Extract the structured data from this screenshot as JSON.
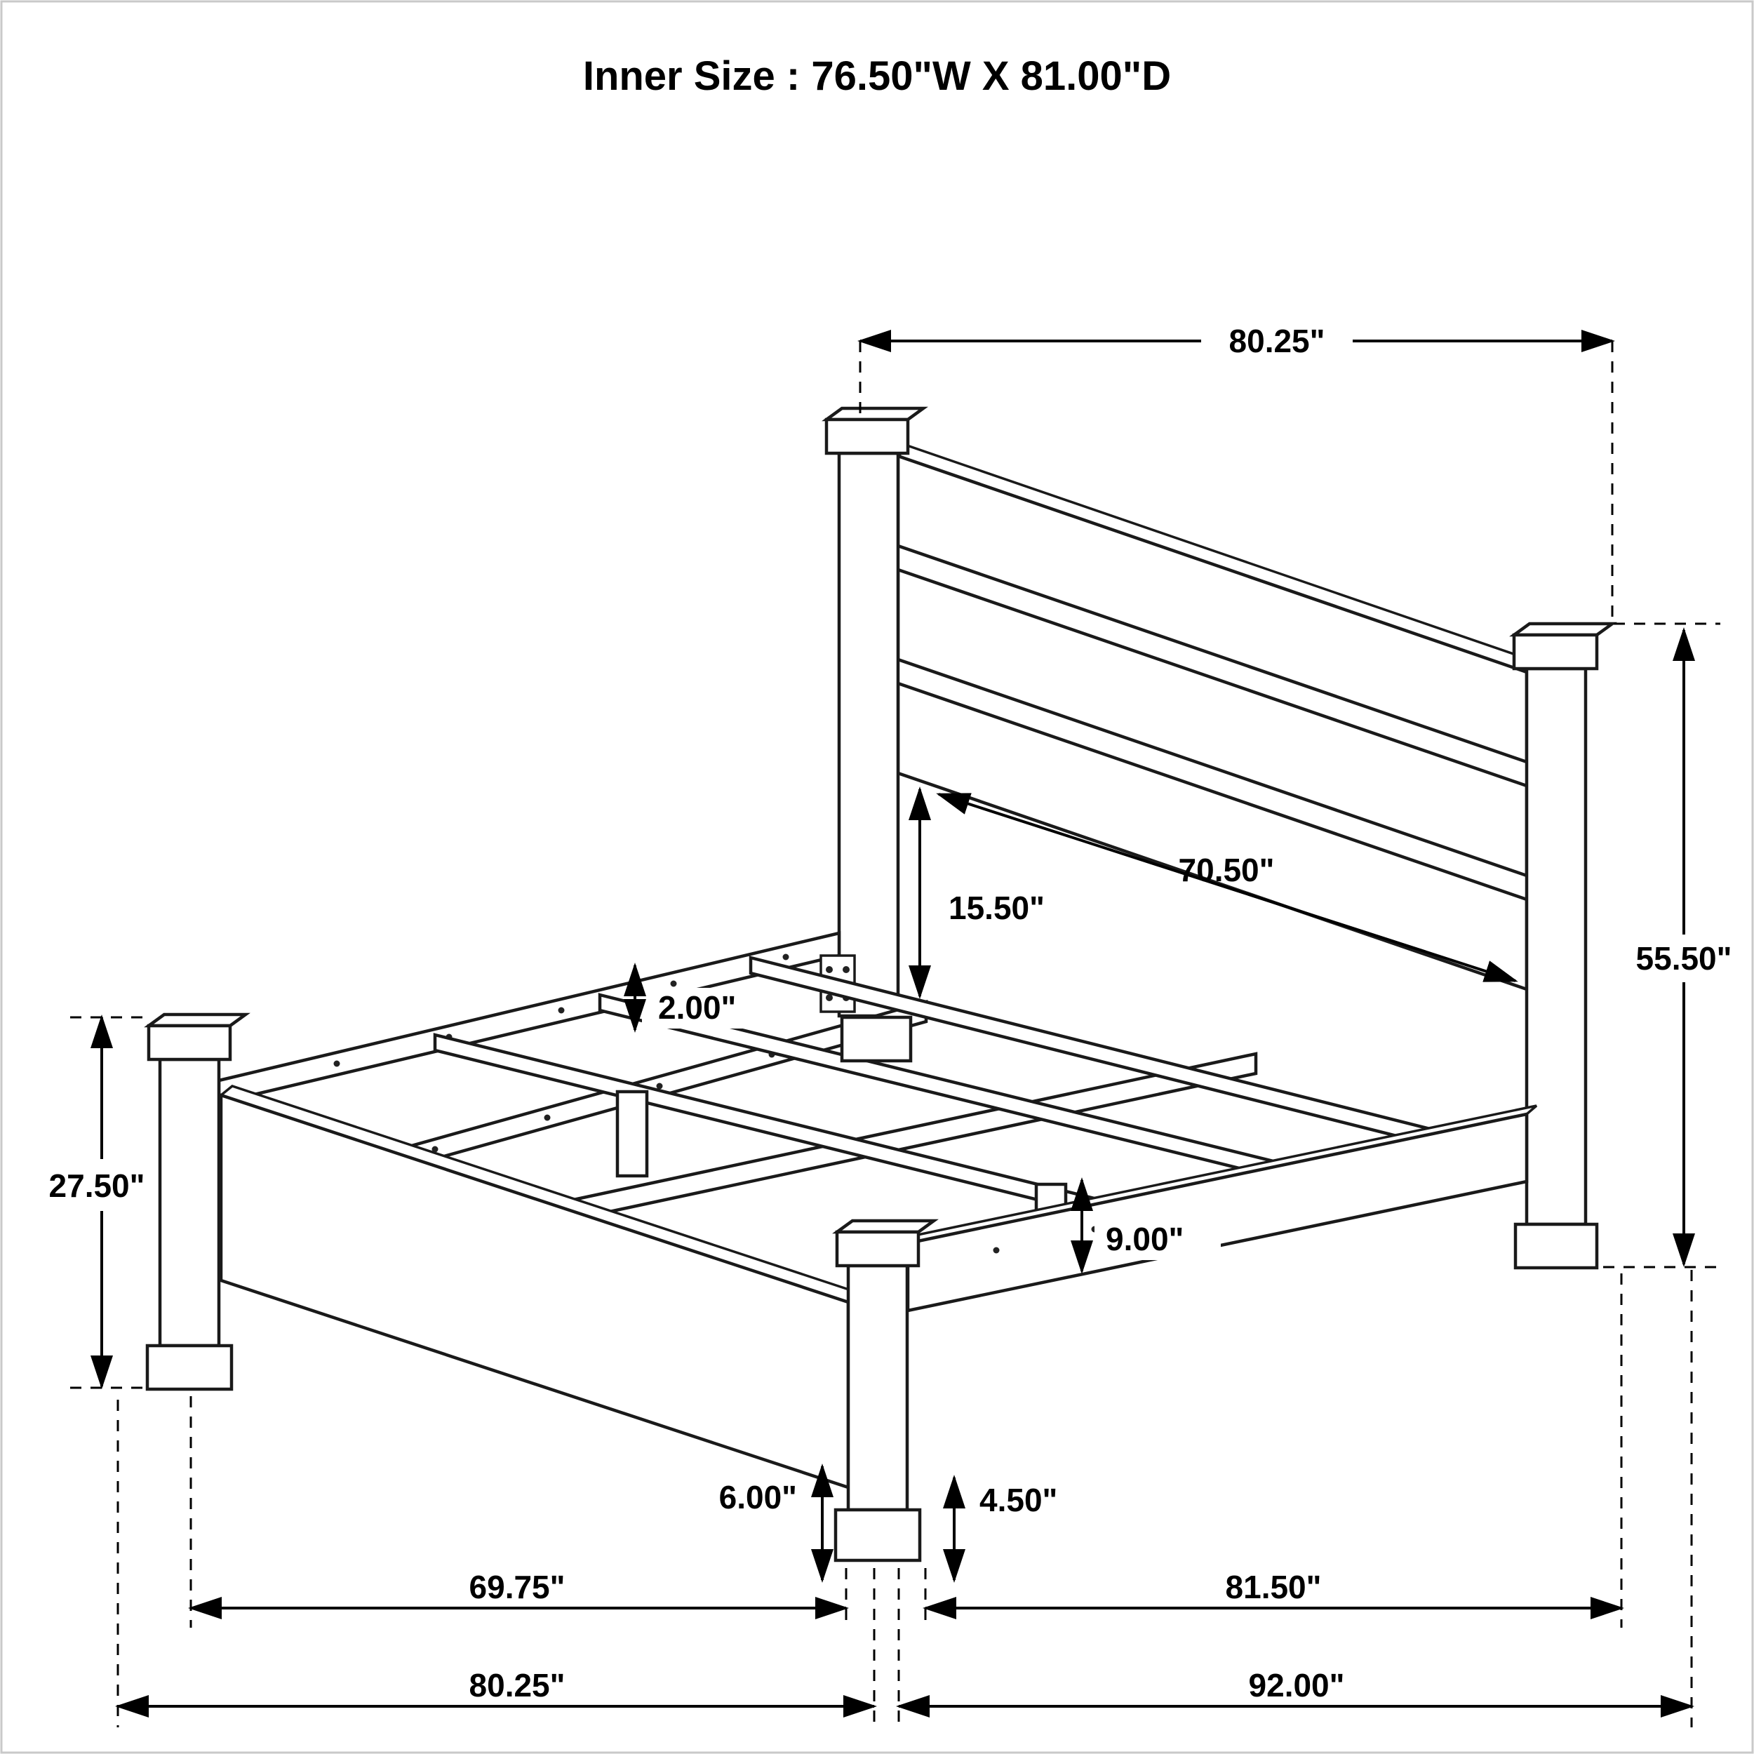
{
  "title": "Inner Size : 76.50\"W X 81.00\"D",
  "dims": {
    "top_width": "80.25\"",
    "headboard_height": "55.50\"",
    "inner_width": "70.50\"",
    "headboard_inner_height": "15.50\"",
    "rail_thickness": "2.00\"",
    "footboard_post_height": "27.50\"",
    "support_leg_height": "9.00\"",
    "footboard_clearance": "6.00\"",
    "rail_clearance": "4.50\"",
    "footboard_width": "69.75\"",
    "side_rail_length": "81.50\"",
    "base_width": "80.25\"",
    "overall_depth": "92.00\""
  }
}
